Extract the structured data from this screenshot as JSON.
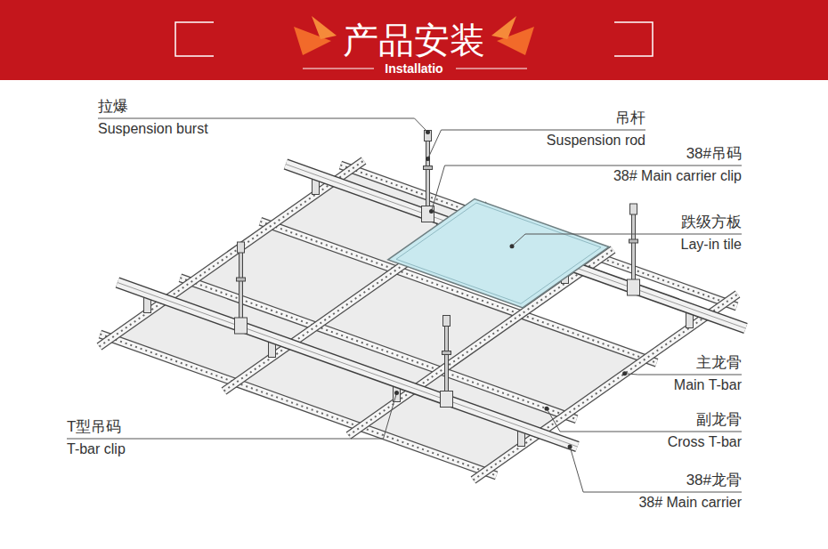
{
  "diagram": {
    "title": "产品安装",
    "labels": [
      "Installatio",
      "拉爆",
      "Suspension burst",
      "吊杆",
      "Suspension rod",
      "38#吊码",
      "38# Main carrier clip",
      "跌级方板",
      "Lay-in tile",
      "主龙骨",
      "Main T-bar",
      "副龙骨",
      "Cross T-bar",
      "T型吊码",
      "T-bar clip",
      "38#龙骨",
      "38# Main carrier"
    ]
  }
}
